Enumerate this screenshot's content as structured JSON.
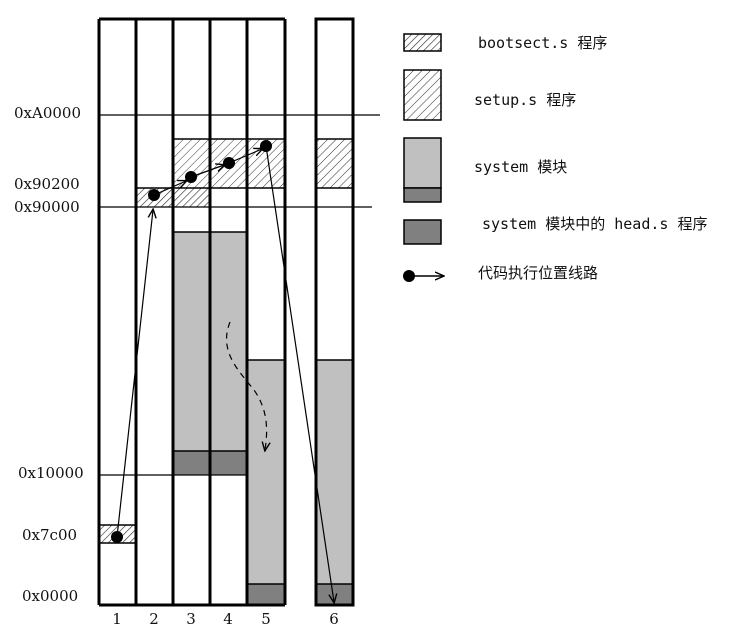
{
  "address_labels": {
    "a0000": "0xA0000",
    "x90200": "0x90200",
    "x90000": "0x90000",
    "x10000": "0x10000",
    "x7c00": "0x7c00",
    "x0000": "0x0000"
  },
  "column_labels": [
    "1",
    "2",
    "3",
    "4",
    "5",
    "6"
  ],
  "legend": {
    "bootsect": "bootsect.s 程序",
    "setup": "setup.s 程序",
    "system": "system 模块",
    "head": "system 模块中的 head.s 程序",
    "path": "代码执行位置线路"
  },
  "colors": {
    "system_fill": "#c0c0c0",
    "head_fill": "#808080",
    "hatch": "#333333",
    "line": "#000000"
  },
  "icons": {
    "hatch_pattern": "diagonal-hatch",
    "path_marker": "dot-arrow-icon"
  }
}
